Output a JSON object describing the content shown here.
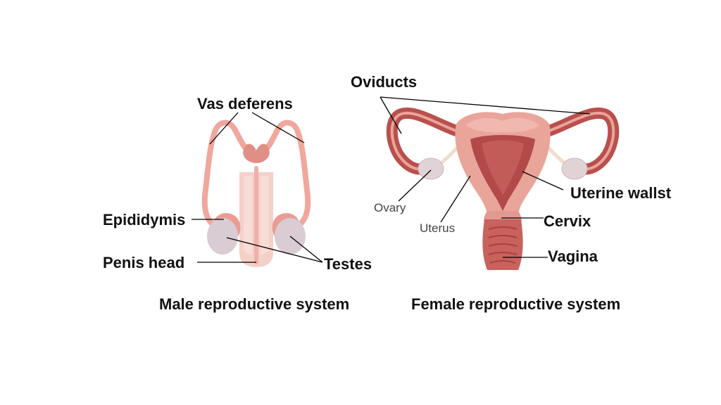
{
  "male": {
    "caption": "Male reproductive system",
    "labels": {
      "vas_deferens": "Vas deferens",
      "epididymis": "Epididymis",
      "penis_head": "Penis head",
      "testes": "Testes"
    }
  },
  "female": {
    "caption": "Female reproductive system",
    "labels": {
      "oviducts": "Oviducts",
      "uterine_wall": "Uterine wallst",
      "ovary": "Ovary",
      "uterus": "Uterus",
      "cervix": "Cervix",
      "vagina": "Vagina"
    }
  },
  "colors": {
    "tissue_light": "#f2c4bc",
    "tissue_mid": "#e89a8f",
    "tissue_dark": "#b9504d",
    "tissue_deep": "#a7393b",
    "gonad": "#d9ccd3",
    "leader": "#000000"
  }
}
